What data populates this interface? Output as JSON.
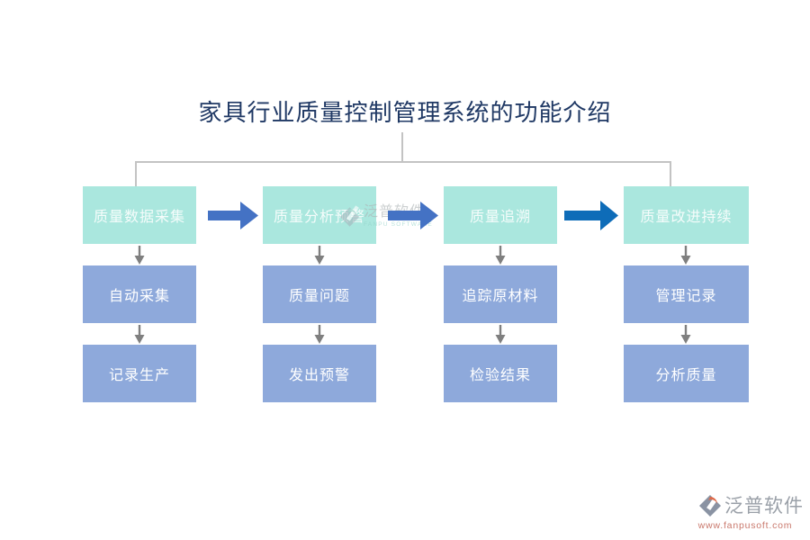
{
  "title": "家具行业质量控制管理系统的功能介绍",
  "columns": [
    {
      "header": "质量数据采集",
      "steps": [
        "自动采集",
        "记录生产"
      ]
    },
    {
      "header": "质量分析预警",
      "steps": [
        "质量问题",
        "发出预警"
      ]
    },
    {
      "header": "质量追溯",
      "steps": [
        "追踪原材料",
        "检验结果"
      ]
    },
    {
      "header": "质量改进持续",
      "steps": [
        "管理记录",
        "分析质量"
      ]
    }
  ],
  "watermark_center": {
    "brand": "泛普软件",
    "subtitle": "FANPU SOFTWARE"
  },
  "watermark_footer": {
    "brand": "泛普软件",
    "url": "www.fanpusoft.com"
  },
  "colors": {
    "title-text": "#1f3864",
    "teal-box": "#aae7de",
    "blue-box": "#8ea9db",
    "box-text": "#ffffff",
    "flow-arrow": "#4472c4",
    "flow-arrow-dark": "#0e6cb8",
    "down-arrow": "#7f7f7f",
    "connector": "#c3c3c3",
    "wm-gray": "#9aa0a8",
    "wm-url": "#c9786c"
  }
}
